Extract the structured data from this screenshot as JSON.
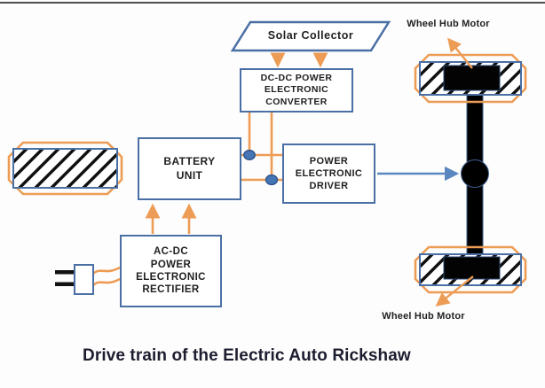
{
  "figure": {
    "caption": "Drive train of the Electric Auto Rickshaw"
  },
  "nodes": {
    "solar_collector": "Solar Collector",
    "dc_dc_converter": "DC-DC POWER\nELECTRONIC\nCONVERTER",
    "battery_unit": "BATTERY\nUNIT",
    "power_electronic_driver": "POWER\nELECTRONIC\nDRIVER",
    "ac_dc_rectifier": "AC-DC\nPOWER\nELECTRONIC\nRECTIFIER",
    "wheel_hub_motor_top": "Wheel Hub Motor",
    "wheel_hub_motor_bottom": "Wheel Hub Motor"
  },
  "colors": {
    "box_border_blue": "#4a6fa5",
    "connector_orange": "#ed9c55",
    "junction_dot_blue": "#4575b5",
    "drive_arrow_blue": "#5b87c0",
    "hub_axle_black": "#000000"
  }
}
